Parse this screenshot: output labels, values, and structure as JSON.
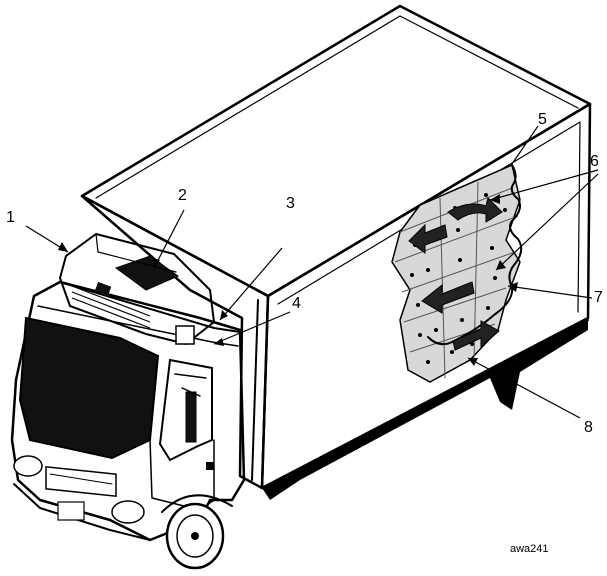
{
  "figure": {
    "reference_code": "awa241",
    "callouts": [
      "1",
      "2",
      "3",
      "4",
      "5",
      "6",
      "7",
      "8"
    ]
  },
  "colors": {
    "ink": "#000000",
    "paper": "#ffffff",
    "windshield": "#111111",
    "insulation": "#cfcfcf"
  }
}
